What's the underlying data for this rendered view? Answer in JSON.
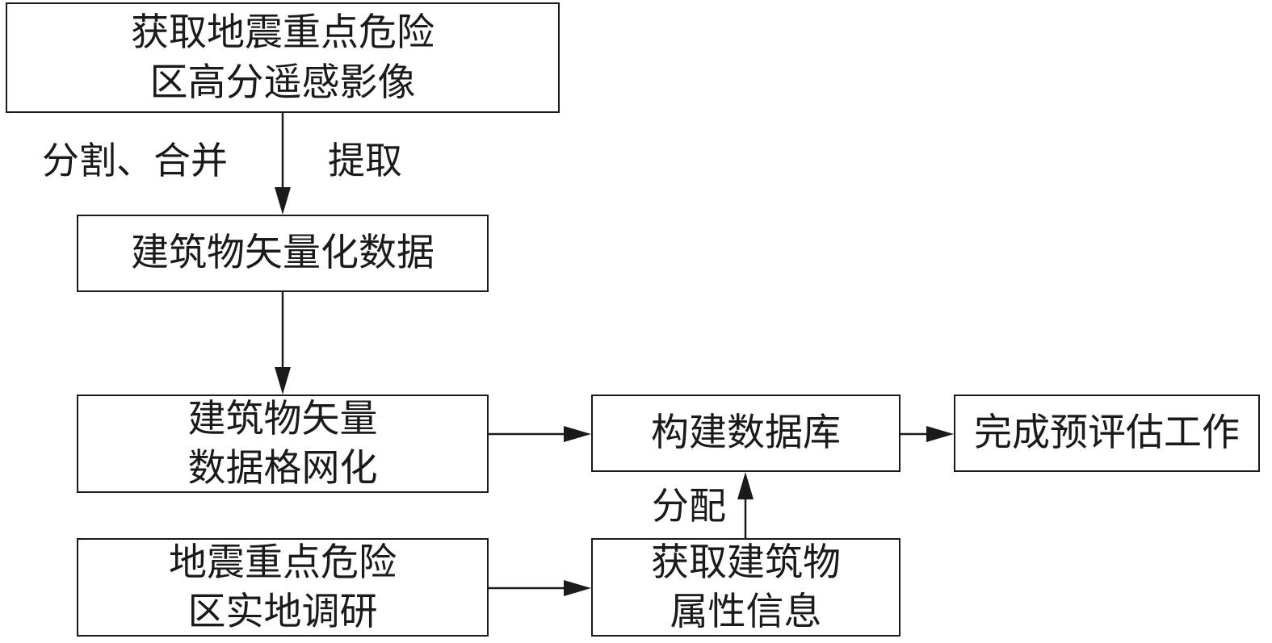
{
  "nodes": {
    "acquire_imagery": {
      "lines": [
        "获取地震重点危险",
        "区高分遥感影像"
      ]
    },
    "vector_data": {
      "lines": [
        "建筑物矢量化数据"
      ]
    },
    "gridding": {
      "lines": [
        "建筑物矢量",
        "数据格网化"
      ]
    },
    "build_database": {
      "lines": [
        "构建数据库"
      ]
    },
    "complete_assessment": {
      "lines": [
        "完成预评估工作"
      ]
    },
    "field_survey": {
      "lines": [
        "地震重点危险",
        "区实地调研"
      ]
    },
    "building_attributes": {
      "lines": [
        "获取建筑物",
        "属性信息"
      ]
    }
  },
  "edge_labels": {
    "split_merge": "分割、合并",
    "extract": "提取",
    "assign": "分配"
  }
}
